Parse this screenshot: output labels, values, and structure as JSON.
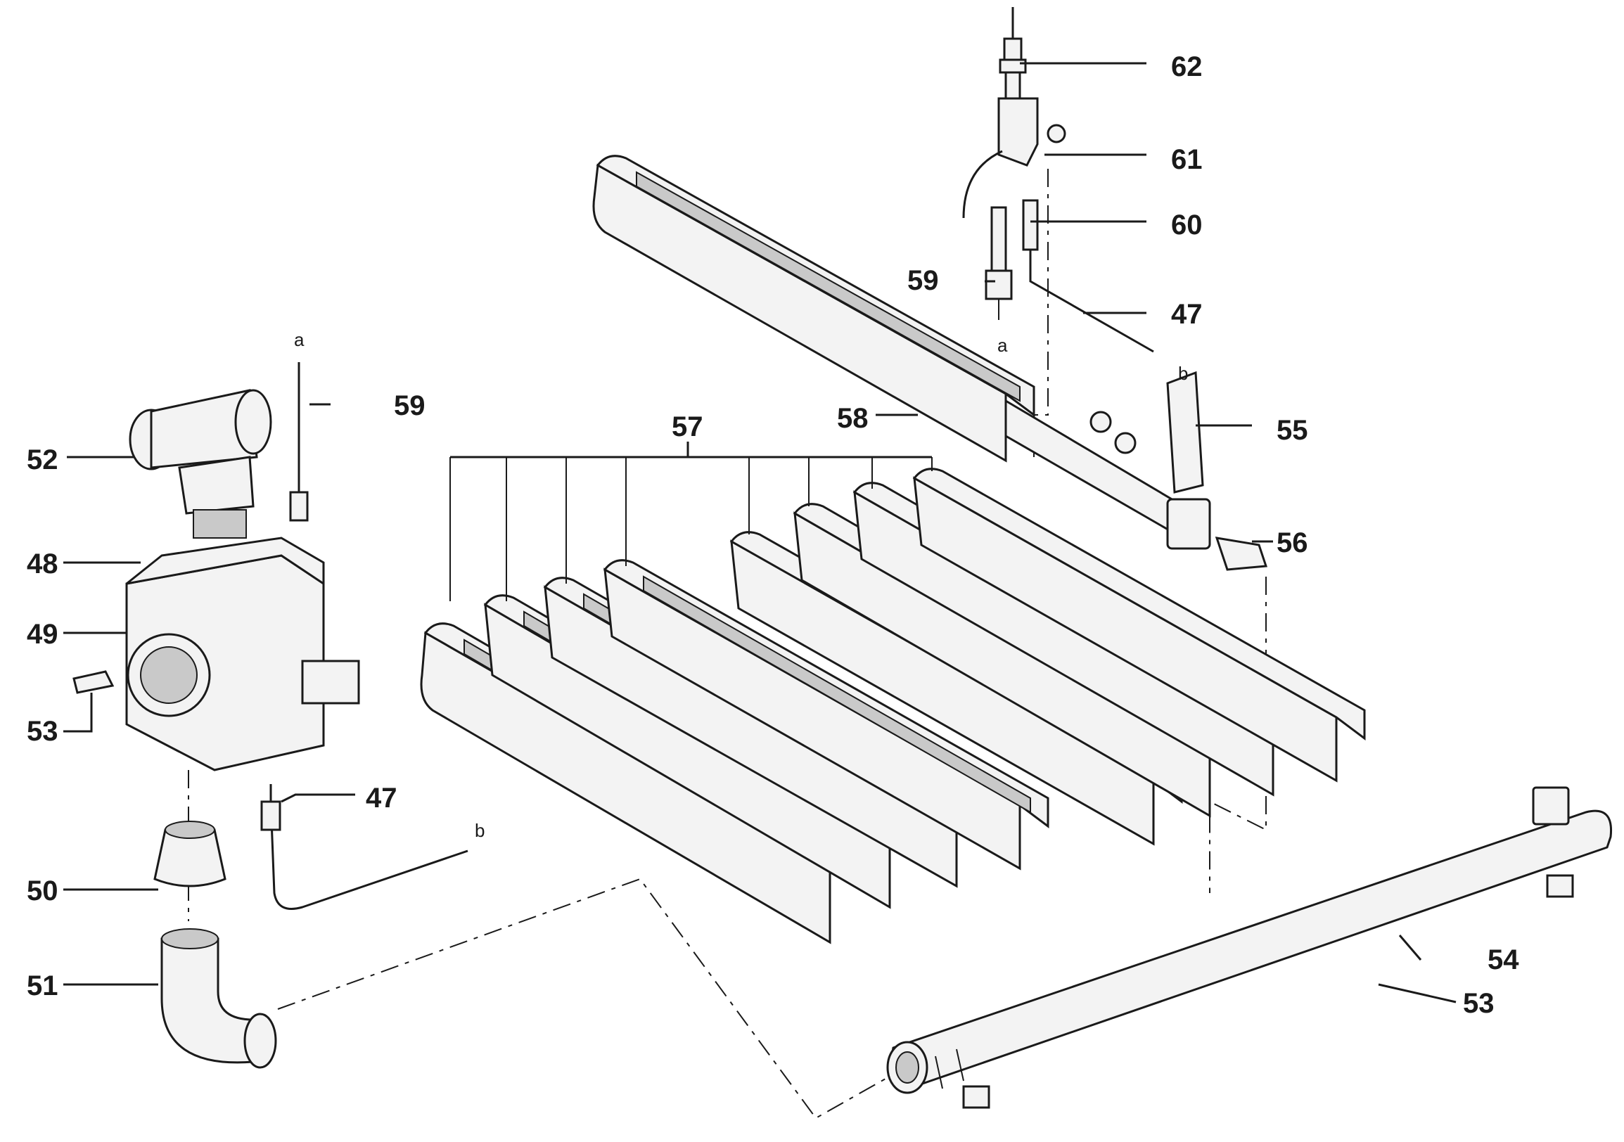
{
  "callouts": {
    "c62": "62",
    "c61": "61",
    "c60": "60",
    "c59_top": "59",
    "c47_top": "47",
    "c55": "55",
    "c58": "58",
    "c57": "57",
    "c56": "56",
    "c59_left": "59",
    "c52": "52",
    "c48": "48",
    "c49": "49",
    "c53_left": "53",
    "c47_bottom": "47",
    "c50": "50",
    "c51": "51",
    "c54": "54",
    "c53_right": "53"
  },
  "connector_letters": {
    "a_left": "a",
    "b_left": "b",
    "a_top": "a",
    "b_top": "b"
  },
  "colors": {
    "ink": "#1a1a1a",
    "paper": "#ffffff",
    "part_fill": "#f3f3f3",
    "shade": "#c9c9c9"
  }
}
